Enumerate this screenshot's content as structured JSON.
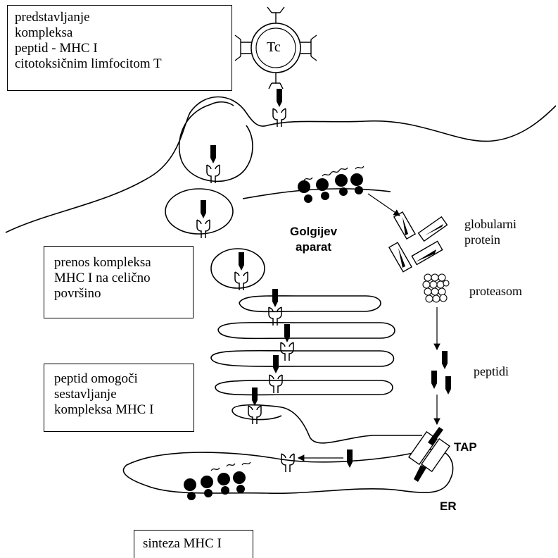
{
  "boxes": {
    "presentation": [
      "predstavljanje",
      "kompleksa",
      "peptid - MHC I",
      "citotoksičnim limfocitom T"
    ],
    "transport": [
      "prenos kompleksa",
      "MHC I na celično",
      "površino"
    ],
    "assembly": [
      "peptid omogoči",
      "sestavljanje",
      "kompleksa MHC I"
    ],
    "synthesis": [
      "sinteza MHC I"
    ]
  },
  "labels": {
    "tc_cell": "Tc",
    "golgi": [
      "Golgijev",
      "aparat"
    ],
    "globular_protein": [
      "globularni",
      "protein"
    ],
    "proteasome": "proteasom",
    "peptides": "peptidi",
    "tap": "TAP",
    "er": "ER"
  }
}
